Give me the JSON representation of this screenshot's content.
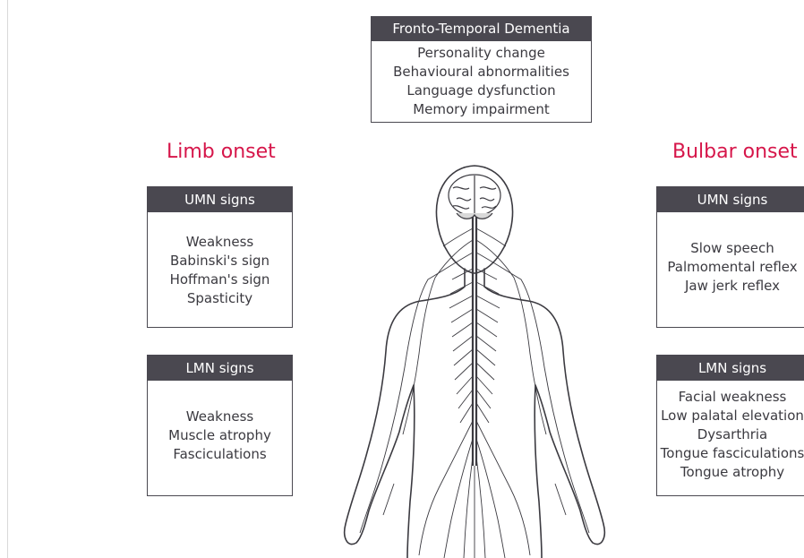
{
  "ftd": {
    "title": "Fronto-Temporal Dementia",
    "items": [
      "Personality change",
      "Behavioural abnormalities",
      "Language dysfunction",
      "Memory impairment"
    ]
  },
  "limb": {
    "title": "Limb onset",
    "umn": {
      "header": "UMN signs",
      "items": [
        "Weakness",
        "Babinski's sign",
        "Hoffman's sign",
        "Spasticity"
      ]
    },
    "lmn": {
      "header": "LMN signs",
      "items": [
        "Weakness",
        "Muscle atrophy",
        "Fasciculations"
      ]
    }
  },
  "bulbar": {
    "title": "Bulbar onset",
    "umn": {
      "header": "UMN signs",
      "items": [
        "Slow speech",
        "Palmomental reflex",
        "Jaw jerk reflex"
      ]
    },
    "lmn": {
      "header": "LMN signs",
      "items": [
        "Facial weakness",
        "Low palatal elevation",
        "Dysarthria",
        "Tongue fasciculations",
        "Tongue atrophy"
      ]
    }
  },
  "colors": {
    "accent": "#d6164a",
    "header_bg": "#4a4850",
    "text": "#3b3a40",
    "line": "#3b3a40"
  },
  "icons": {
    "body": "human-body-nervous-system-icon"
  }
}
